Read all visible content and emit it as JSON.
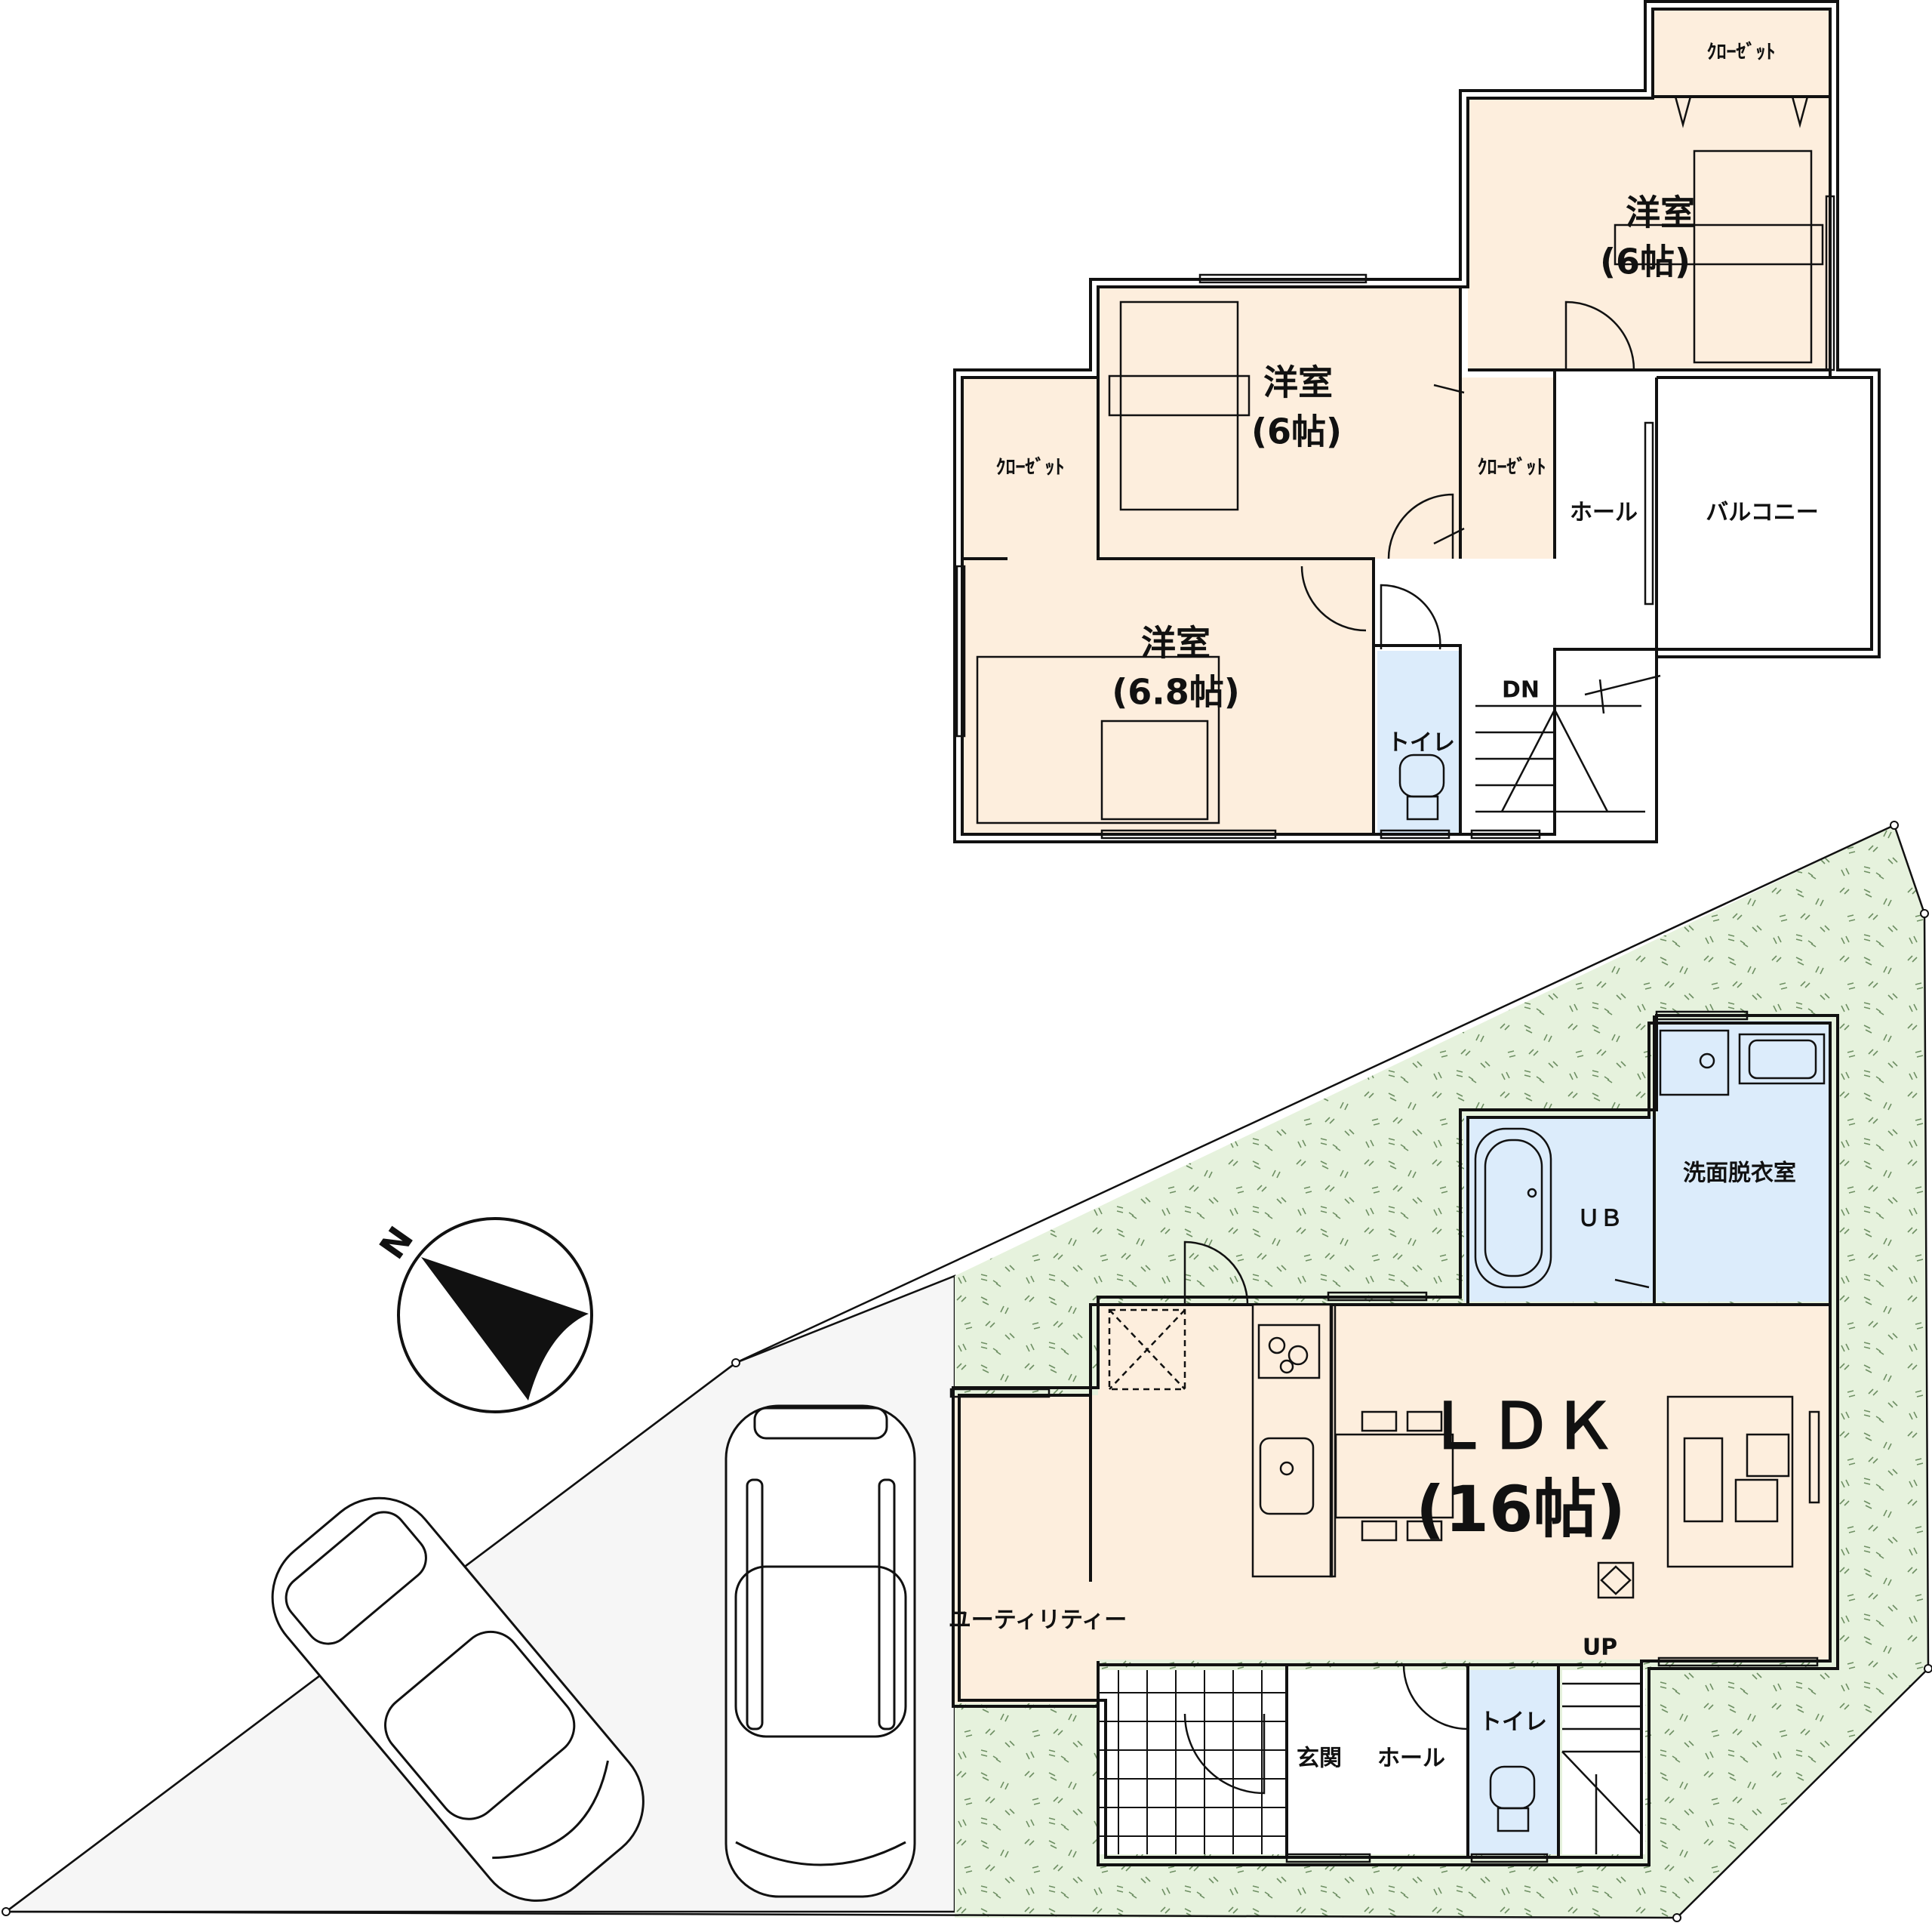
{
  "colors": {
    "room_fill": "#fdeedd",
    "wet_fill": "#dcecfb",
    "garden_fill": "#e6f2dd",
    "lot_fill": "#f6f6f6",
    "line": "#111111"
  },
  "floor2": {
    "room_west": {
      "name": "洋室",
      "size": "(6帖)"
    },
    "room_north": {
      "name": "洋室",
      "size": "(6帖)"
    },
    "room_south": {
      "name": "洋室",
      "size": "(6.8帖)"
    },
    "closet_west": "ｸﾛｰｾﾞｯﾄ",
    "closet_mid": "ｸﾛｰｾﾞｯﾄ",
    "closet_north": "ｸﾛｰｾﾞｯﾄ",
    "hall": "ホール",
    "balcony": "バルコニー",
    "toilet": "トイレ",
    "stair_label": "DN"
  },
  "floor1": {
    "ldk_name": "ＬＤＫ",
    "ldk_size": "(16帖)",
    "utility": "ユーティリティー",
    "washroom": "洗面脱衣室",
    "bath": "ＵＢ",
    "entrance": "玄関",
    "hall": "ホール",
    "toilet": "トイレ",
    "stair_label": "UP"
  },
  "compass": {
    "north_label": "N",
    "icon": "north-arrow-icon"
  },
  "vehicles": {
    "icon": "car-icon",
    "count": 2
  }
}
